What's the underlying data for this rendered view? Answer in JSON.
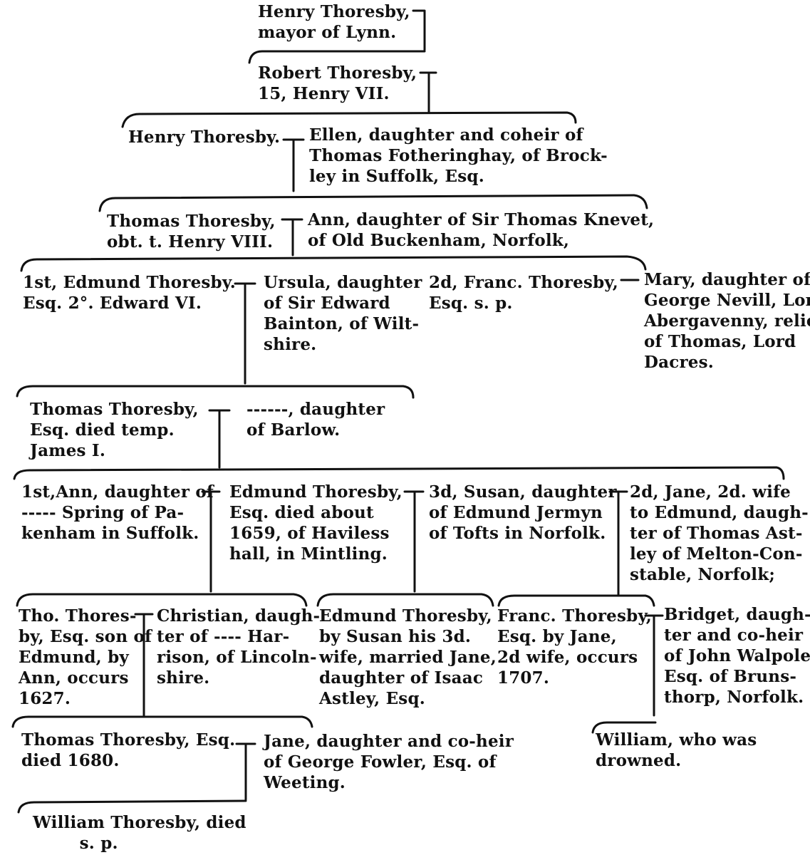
{
  "tree": {
    "henry_mayor": "Henry Thoresby,\nmayor of Lynn.",
    "robert": "Robert Thoresby,\n15, Henry VII.",
    "henry2": "Henry Thoresby.",
    "ellen": "Ellen, daughter and coheir of\nThomas Fotheringhay, of Brock-\nley in Suffolk, Esq.",
    "thomas1": "Thomas Thoresby,\nobt. t. Henry VIII.",
    "ann_knevet": "Ann, daughter of Sir Thomas Knevet,\nof Old Buckenham, Norfolk,",
    "edmund1": "1st, Edmund Thoresby.\nEsq. 2°. Edward VI.",
    "ursula": "Ursula, daughter\nof Sir Edward\nBainton, of Wilt-\nshire.",
    "franc1": "2d, Franc. Thoresby,\nEsq. s. p.",
    "mary": "Mary, daughter of\nGeorge Nevill, Lord\nAbergavenny, relict\nof Thomas, Lord\nDacres.",
    "thomas2": "Thomas Thoresby,\nEsq. died temp.\nJames I.",
    "barlow": "------, daughter\nof Barlow.",
    "ann_spring": "1st,Ann, daughter of\n----- Spring of Pa-\nkenham in Suffolk.",
    "edmund2": "Edmund Thoresby,\nEsq. died about\n1659, of Haviless\nhall, in Mintling.",
    "susan": "3d, Susan, daughter\nof Edmund Jermyn\nof Tofts in Norfolk.",
    "jane_astley": "2d, Jane, 2d. wife\nto Edmund, daugh-\nter of Thomas Ast-\nley of Melton-Con-\nstable, Norfolk;",
    "tho": "Tho. Thores-\nby, Esq. son of\nEdmund, by\nAnn, occurs\n1627.",
    "christian": "Christian, daugh-\nter of ---- Har-\nrison, of Lincoln-\nshire.",
    "edmund3": "Edmund Thoresby,\nby Susan his 3d.\nwife, married Jane,\ndaughter of Isaac\nAstley, Esq.",
    "franc2": "Franc. Thoresby,\nEsq. by Jane,\n2d wife, occurs\n1707.",
    "bridget": "Bridget, daugh-\nter and co-heir\nof John Walpole\nEsq. of Bruns-\nthorp, Norfolk.",
    "thomas3": "Thomas Thoresby, Esq.\ndied 1680.",
    "jane_fowler": "Jane, daughter and co-heir\nof George Fowler, Esq. of\nWeeting.",
    "william_drowned": "William, who was\ndrowned.",
    "william_last": "William Thoresby, died\n        s. p."
  }
}
